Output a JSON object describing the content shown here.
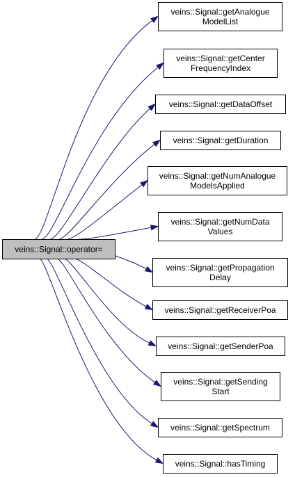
{
  "colors": {
    "source_fill": "#bfbfbf",
    "target_fill": "#ffffff",
    "border": "#000000",
    "edge": "#191970"
  },
  "source": {
    "lines": [
      "veins::Signal::operator="
    ]
  },
  "targets": [
    {
      "lines": [
        "veins::Signal::getAnalogue",
        "ModelList"
      ]
    },
    {
      "lines": [
        "veins::Signal::getCenter",
        "FrequencyIndex"
      ]
    },
    {
      "lines": [
        "veins::Signal::getDataOffset"
      ]
    },
    {
      "lines": [
        "veins::Signal::getDuration"
      ]
    },
    {
      "lines": [
        "veins::Signal::getNumAnalogue",
        "ModelsApplied"
      ]
    },
    {
      "lines": [
        "veins::Signal::getNumData",
        "Values"
      ]
    },
    {
      "lines": [
        "veins::Signal::getPropagation",
        "Delay"
      ]
    },
    {
      "lines": [
        "veins::Signal::getReceiverPoa"
      ]
    },
    {
      "lines": [
        "veins::Signal::getSenderPoa"
      ]
    },
    {
      "lines": [
        "veins::Signal::getSending",
        "Start"
      ]
    },
    {
      "lines": [
        "veins::Signal::getSpectrum"
      ]
    },
    {
      "lines": [
        "veins::Signal::hasTiming"
      ]
    }
  ]
}
